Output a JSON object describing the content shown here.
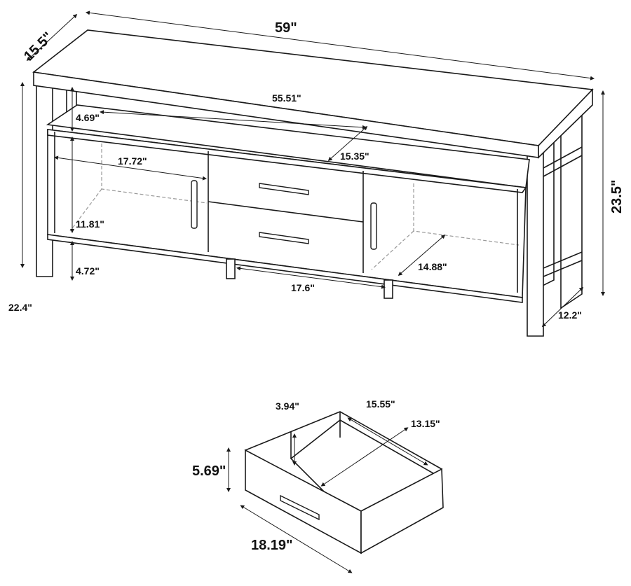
{
  "tv_stand": {
    "overall_width": "59\"",
    "overall_depth": "15.5\"",
    "overall_height": "23.5\"",
    "inner_height": "22.4\"",
    "inner_width": "55.51\"",
    "shelf_height": "4.69\"",
    "door_width": "17.72\"",
    "shelf_depth": "15.35\"",
    "door_height": "11.81\"",
    "leg_clearance": "4.72\"",
    "center_leg_span": "17.6\"",
    "cabinet_depth": "14.88\"",
    "side_depth": "12.2\""
  },
  "drawer": {
    "inner_height": "3.94\"",
    "inner_depth": "15.55\"",
    "inner_width": "13.15\"",
    "front_height": "5.69\"",
    "front_width": "18.19\""
  }
}
